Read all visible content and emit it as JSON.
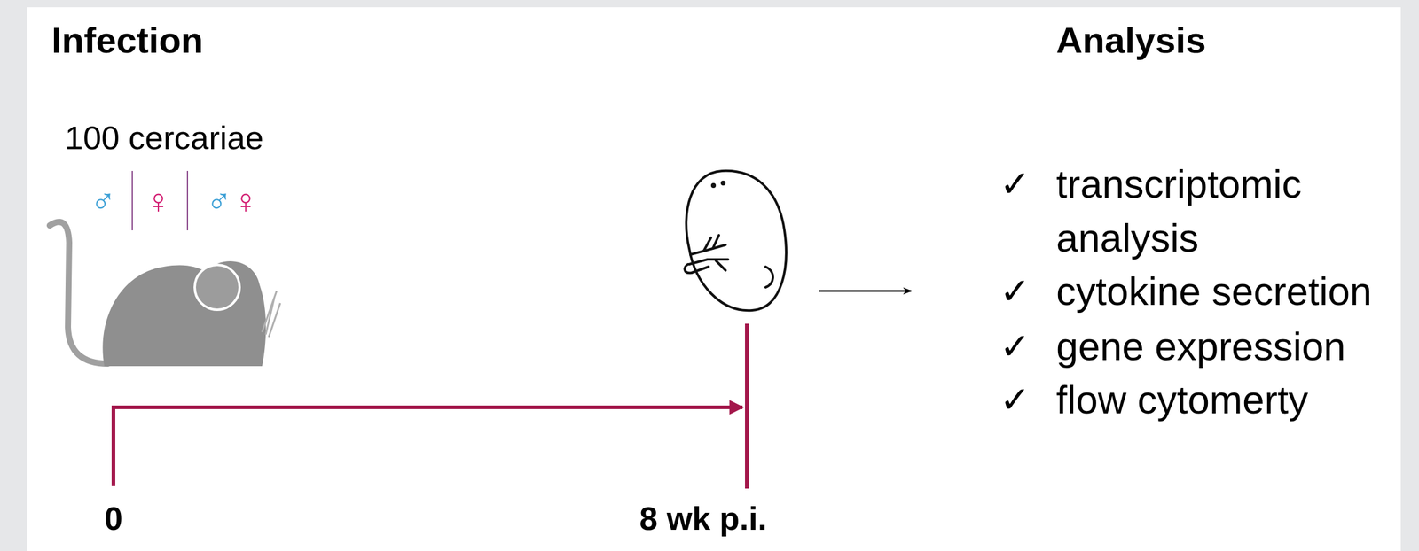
{
  "diagram": {
    "labels": [
      "Infection",
      "Analysis",
      "100 cercariae",
      "♂",
      "♀",
      "♂",
      "♀",
      "0",
      "8 wk p.i.",
      "✓",
      "transcriptomic analysis",
      "✓",
      "cytokine secretion",
      "✓",
      "gene expression",
      "✓",
      "flow cytomerty"
    ]
  }
}
